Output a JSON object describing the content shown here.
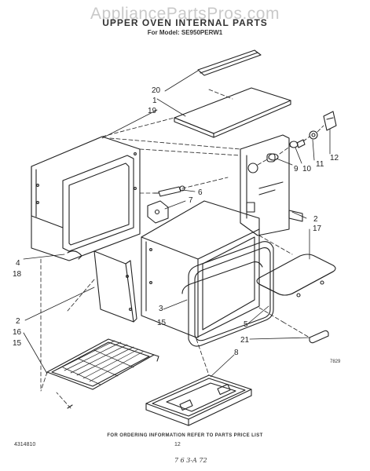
{
  "watermark": "AppliancePartsPros.com",
  "title": "UPPER OVEN INTERNAL PARTS",
  "model_line": "For Model: SE950PERW1",
  "footer_note": "FOR ORDERING INFORMATION REFER TO PARTS PRICE LIST",
  "doc_number": "4314810",
  "page_number": "12",
  "handwritten_note": "7 6 3-A 72",
  "figure_code": "7829",
  "callouts": {
    "c20": "20",
    "c1": "1",
    "c19": "19",
    "c6": "6",
    "c7": "7",
    "c9": "9",
    "c10": "10",
    "c11": "11",
    "c12": "12",
    "c2a": "2",
    "c17": "17",
    "c4": "4",
    "c18": "18",
    "c2b": "2",
    "c3": "3",
    "c15a": "15",
    "c16": "16",
    "c15b": "15",
    "c5": "5",
    "c21": "21",
    "c8": "8"
  },
  "colors": {
    "ink": "#222222",
    "watermark": "#c9c9c9",
    "background": "#ffffff"
  }
}
